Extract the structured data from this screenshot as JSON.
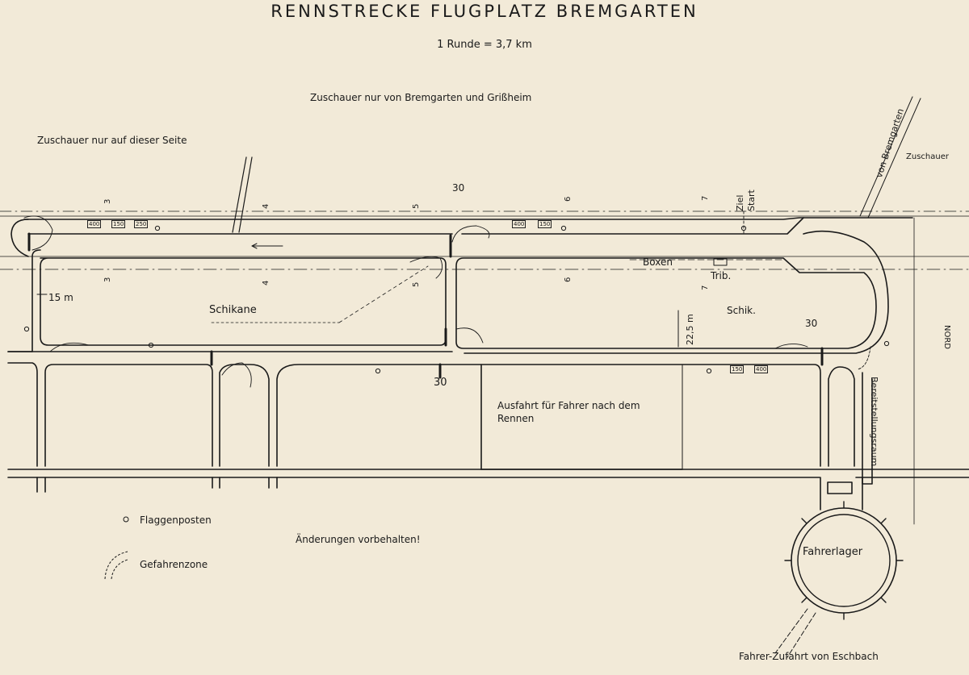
{
  "title": "RENNSTRECKE FLUGPLATZ BREMGARTEN",
  "subtitle": "1 Runde = 3,7 km",
  "notes": {
    "spectators_top": "Zuschauer nur von Bremgarten und Grißheim",
    "spectators_left": "Zuschauer nur auf dieser Seite",
    "spectators_right": "Zuschauer",
    "from_bremgarten": "von Bremgarten",
    "north": "NORD",
    "changes": "Änderungen vorbehalten!",
    "driver_access": "Fahrer-Zufahrt von Eschbach",
    "exit": "Ausfahrt für Fahrer nach dem Rennen",
    "staging": "Bereitstellungsraum"
  },
  "places": {
    "ziel": "Ziel",
    "start": "Start",
    "boxen": "Boxen",
    "trib": "Trib.",
    "schikane": "Schikane",
    "schik": "Schik.",
    "fahrerlager": "Fahrerlager"
  },
  "measures": {
    "width_left": "15 m",
    "width_right": "22,5 m",
    "speed_top": "30",
    "speed_bottom": "30",
    "speed_right": "30"
  },
  "sections": {
    "s3": "3",
    "s4": "4",
    "s5": "5",
    "s6": "6",
    "s7": "7"
  },
  "markers": {
    "m1": "400",
    "m2": "150",
    "m3": "250",
    "m4": "400",
    "m5": "150",
    "m6": "150",
    "m7": "400"
  },
  "legend": {
    "flag_post": "Flaggenposten",
    "danger_zone": "Gefahrenzone"
  }
}
